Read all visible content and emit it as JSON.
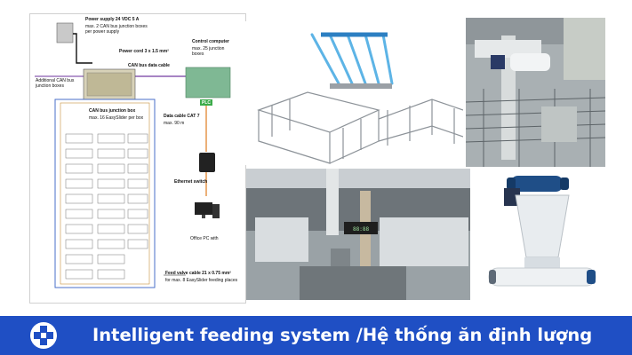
{
  "diagram": {
    "power_supply_title": "Power supply 24 VDC 5 A",
    "power_supply_note": "max. 2 CAN bus junction boxes per power supply",
    "power_cord": "Power cord 3 x 1.5 mm²",
    "can_bus_cable": "CAN bus data cable",
    "additional_boxes": "Additional CAN bus junction boxes",
    "control_computer_title": "Control computer",
    "control_computer_note": "max. 25 junction boxes",
    "plc": "PLC",
    "junction_box_title": "CAN bus junction box",
    "junction_box_note": "max. 16 EasySlider per box",
    "data_cable_title": "Data cable CAT 7",
    "data_cable_note": "max. 90 m",
    "ethernet_switch": "Ethernet switch",
    "office_pc": "Office PC with",
    "feed_valve_title": "Feed valve cable 21 x 0.75 mm²",
    "feed_valve_note": "for max. 8 EasySlider feeding places"
  },
  "photos": {
    "dispenser_display": "88:88"
  },
  "footer": {
    "title": "Intelligent feeding system /Hệ thống ăn định lượng",
    "logo_icon": "medical-cross-icon",
    "background_color": "#1f4fc4"
  }
}
